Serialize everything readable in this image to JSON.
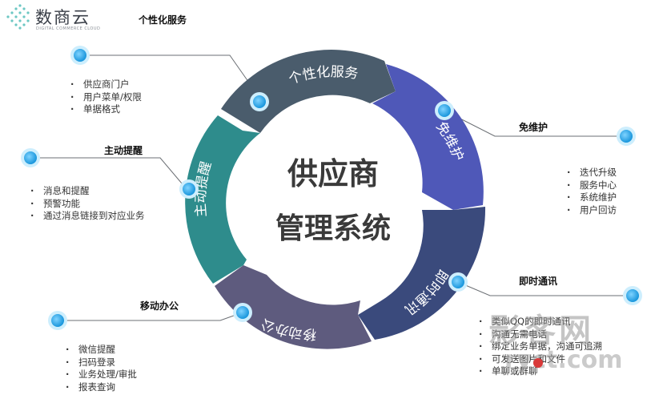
{
  "logo": {
    "name": "数商云",
    "subtitle": "DIGITAL COMMERCE CLOUD"
  },
  "center": {
    "line1": "供应商",
    "line2": "管理系统"
  },
  "segments": [
    {
      "key": "personalized",
      "label": "个性化服务",
      "color": "#4a5c6c"
    },
    {
      "key": "maintenance",
      "label": "免维护",
      "color": "#4f58b8"
    },
    {
      "key": "messaging",
      "label": "即时通讯",
      "color": "#3a4a7c"
    },
    {
      "key": "mobile",
      "label": "移动办公",
      "color": "#5e5b7e"
    },
    {
      "key": "reminder",
      "label": "主动提醒",
      "color": "#2e8c8c"
    }
  ],
  "callouts": {
    "personalized": {
      "title": "个性化服务",
      "items": [
        "供应商门户",
        "用户菜单/权限",
        "单据格式"
      ]
    },
    "maintenance": {
      "title": "免维护",
      "items": [
        "迭代升级",
        "服务中心",
        "系统维护",
        "用户回访"
      ]
    },
    "messaging": {
      "title": "即时通讯",
      "items": [
        "类似QQ的即时通讯",
        "沟通无需电话",
        "绑定业务单据，沟通可追溯",
        "可发送图片和文件",
        "单聊或群聊"
      ]
    },
    "mobile": {
      "title": "移动办公",
      "items": [
        "微信提醒",
        "扫码登录",
        "业务处理/审批",
        "报表查询"
      ]
    },
    "reminder": {
      "title": "主动提醒",
      "items": [
        "消息和提醒",
        "预警功能",
        "通过消息链接到对应业务"
      ]
    }
  },
  "watermark": {
    "line1": "影客网",
    "line2": "ryct.com"
  },
  "colors": {
    "bubble": "#22a4e6",
    "bubble_glow": "#cdeefd",
    "leader_line": "#6b6f74"
  }
}
